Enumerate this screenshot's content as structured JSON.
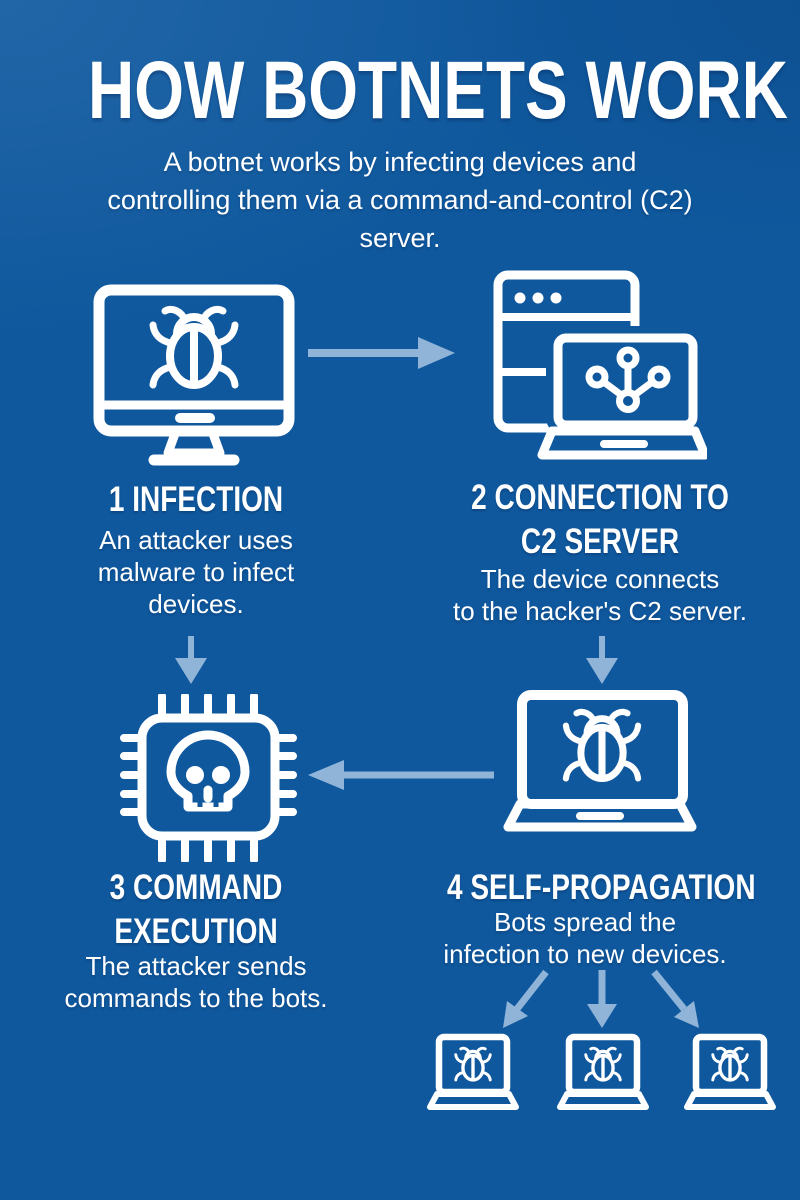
{
  "colors": {
    "background": "#0F589D",
    "arrow": "#8FB4D8",
    "foreground": "#FFFFFF"
  },
  "header": {
    "title": "HOW BOTNETS WORK",
    "subtitle_lines": [
      "A botnet works by infecting devices and",
      "controlling them via a command-and-control (C2)",
      "server."
    ]
  },
  "steps": [
    {
      "icon": "desktop-bug-icon",
      "heading_lines": [
        "1 INFECTION"
      ],
      "body_lines": [
        "An attacker uses",
        "malware to infect",
        "devices."
      ]
    },
    {
      "icon": "server-laptop-network-icon",
      "heading_lines": [
        "2 CONNECTION TO",
        "C2 SERVER"
      ],
      "body_lines": [
        "The device connects",
        "to the hacker's C2 server."
      ]
    },
    {
      "icon": "cpu-skull-icon",
      "heading_lines": [
        "3 COMMAND",
        "EXECUTION"
      ],
      "body_lines": [
        "The attacker sends",
        "commands to the bots."
      ]
    },
    {
      "icon": "laptop-bug-icon",
      "heading_lines": [
        "4 SELF-PROPAGATION"
      ],
      "body_lines": [
        "Bots spread the",
        "infection to new devices."
      ]
    }
  ]
}
